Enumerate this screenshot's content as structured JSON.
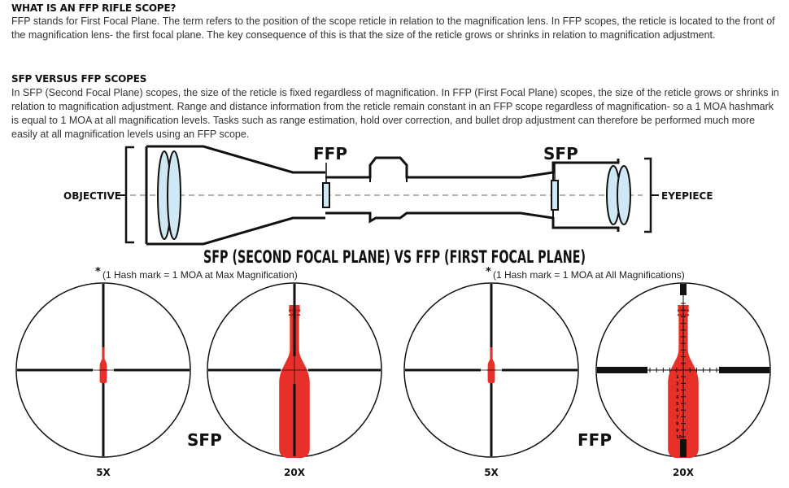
{
  "section1": {
    "heading": "WHAT IS AN FFP RIFLE SCOPE?",
    "body": "FFP stands for First Focal Plane.  The term refers to the position of the scope reticle in relation to the magnification lens.  In FFP scopes, the reticle is located to the front of the magnification lens- the first focal plane.  The key consequence of this is that the size of the reticle grows or shrinks in relation to magnification adjustment."
  },
  "section2": {
    "heading": "SFP VERSUS FFP SCOPES",
    "body": "In SFP (Second Focal Plane) scopes, the size of the reticle is fixed regardless of magnification.  In FFP (First Focal Plane) scopes, the size of the reticle grows or shrinks in relation to magnification adjustment.  Range and distance information from the reticle remain constant in an FFP scope regardless of magnification- so a 1 MOA hashmark is equal to 1 MOA at all magnification levels.  Tasks such as range estimation, hold over correction, and bullet drop adjustment can therefore be performed much more easily at all magnification levels using an FFP scope."
  },
  "scope": {
    "objective_label": "OBJECTIVE",
    "eyepiece_label": "EYEPIECE",
    "ffp_label": "FFP",
    "sfp_label": "SFP"
  },
  "comparison": {
    "title": "SFP (SECOND FOCAL PLANE) VS FFP (FIRST FOCAL PLANE)",
    "sfp_note_star": "*",
    "sfp_note": "(1 Hash mark = 1 MOA at Max Magnification)",
    "ffp_note_star": "*",
    "ffp_note": "(1 Hash mark = 1 MOA at All Magnifications)",
    "sfp_group_label": "SFP",
    "ffp_group_label": "FFP",
    "views": [
      {
        "magnification": "5X"
      },
      {
        "magnification": "20X"
      },
      {
        "magnification": "5X"
      },
      {
        "magnification": "20X"
      }
    ],
    "ffp_20x_tick_numbers": [
      "1",
      "2",
      "3",
      "4",
      "5",
      "6",
      "7",
      "8",
      "9",
      "10"
    ]
  },
  "colors": {
    "bottle_red": "#e8302a",
    "scope_glass": "#cfe8f5",
    "line": "#111111",
    "center_dashed": "#9a9a9a"
  }
}
